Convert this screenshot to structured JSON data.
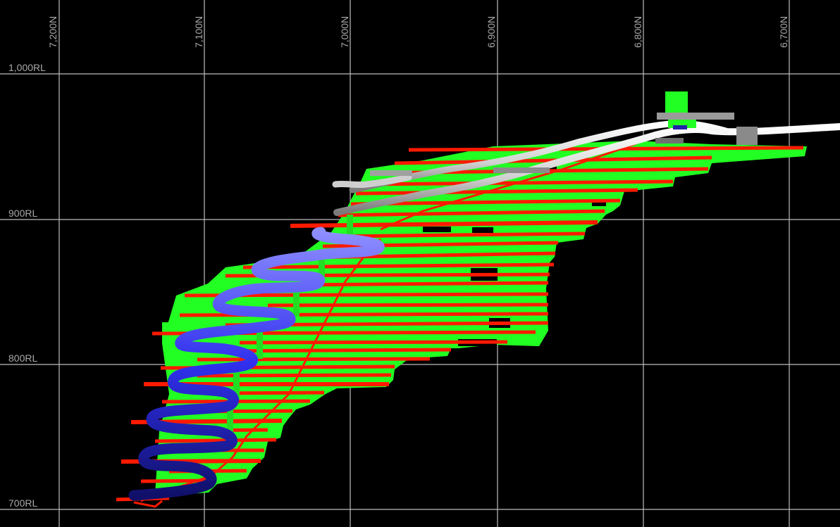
{
  "northing_labels": [
    "7,200N",
    "7,100N",
    "7,000N",
    "6,900N",
    "6,800N",
    "6,700N"
  ],
  "rl_labels": [
    "1,000RL",
    "900RL",
    "800RL",
    "700RL"
  ],
  "colors": {
    "background": "#000000",
    "grid": "#bdbdbd",
    "label": "#a8a8a8",
    "stope": "#22ff22",
    "level_drive": "#ff1a00",
    "decline": "#3a3aff",
    "access_tunnel": "#e8e8e8"
  },
  "legend": []
}
